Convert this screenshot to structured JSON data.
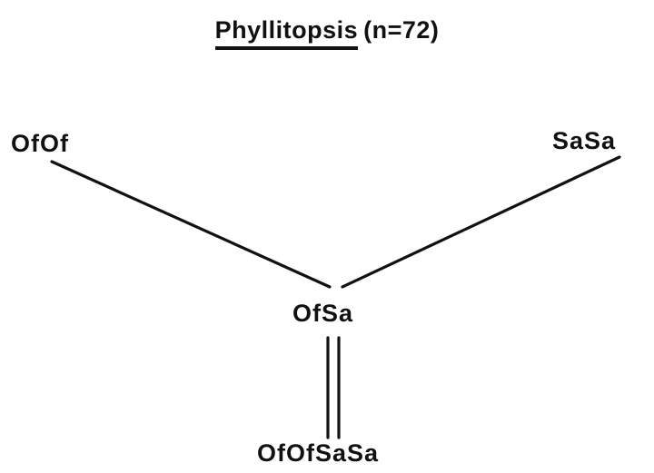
{
  "title": {
    "genus": "Phyllitopsis",
    "count": "(n=72)"
  },
  "nodes": {
    "ofof": "OfOf",
    "sasa": "SaSa",
    "ofsa": "OfSa",
    "ofofsasa": "OfOfSaSa"
  },
  "colors": {
    "ink": "#111111",
    "background": "#ffffff"
  }
}
